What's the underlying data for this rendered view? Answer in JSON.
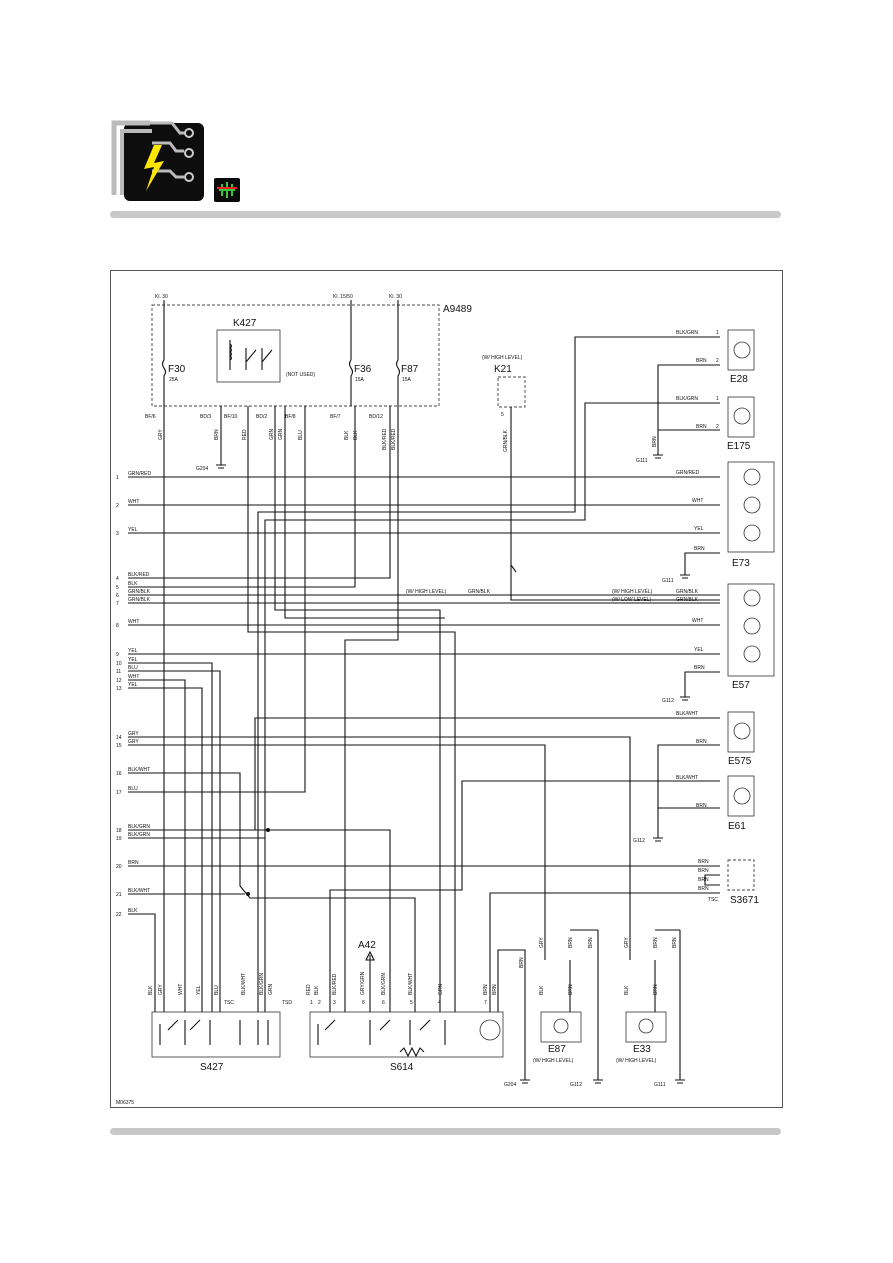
{
  "document_code": "M06375",
  "modules": {
    "a9489": "A9489",
    "k427": "K427",
    "k21": "K21",
    "k21_note": "(W/ HIGH LEVEL)",
    "not_used": "(NOT USED)",
    "a42": "A42",
    "s427": "S427",
    "s614": "S614",
    "s3671": "S3671",
    "tsc": "TSC",
    "tsd": "TSD"
  },
  "power": {
    "kl30_left": "Kl. 30",
    "kl1550": "Kl. 15/50",
    "kl30_right": "Kl. 30"
  },
  "fuses": [
    {
      "name": "F30",
      "rating": "25A"
    },
    {
      "name": "F36",
      "rating": "15A"
    },
    {
      "name": "F87",
      "rating": "15A"
    }
  ],
  "a9489_pins": [
    "BF/6",
    "BD/3",
    "BF/10",
    "BD/2",
    "BF/8",
    "BF/7",
    "BD/12"
  ],
  "a9489_wires": [
    "GRY",
    "BRN",
    "RED",
    "GRN",
    "GRN",
    "BLU",
    "BLK",
    "BLK",
    "BLK/RED",
    "BLK/RED",
    "GRN/BLK"
  ],
  "grounds": {
    "g204": "G204",
    "g111": "G111",
    "g112": "G112"
  },
  "left_pins": [
    {
      "n": "1",
      "color": "GRN/RED"
    },
    {
      "n": "2",
      "color": "WHT"
    },
    {
      "n": "3",
      "color": "YEL"
    },
    {
      "n": "4",
      "color": "BLK/RED"
    },
    {
      "n": "5",
      "color": "BLK"
    },
    {
      "n": "6",
      "color": "GRN/BLK"
    },
    {
      "n": "7",
      "color": "GRN/BLK"
    },
    {
      "n": "8",
      "color": "WHT"
    },
    {
      "n": "9",
      "color": "YEL"
    },
    {
      "n": "10",
      "color": "YEL"
    },
    {
      "n": "11",
      "color": "BLU"
    },
    {
      "n": "12",
      "color": "WHT"
    },
    {
      "n": "13",
      "color": "YEL"
    },
    {
      "n": "14",
      "color": "GRY"
    },
    {
      "n": "15",
      "color": "GRY"
    },
    {
      "n": "16",
      "color": "BLK/WHT"
    },
    {
      "n": "17",
      "color": "BLU"
    },
    {
      "n": "18",
      "color": "BLK/GRN"
    },
    {
      "n": "19",
      "color": "BLK/GRN"
    },
    {
      "n": "20",
      "color": "BRN"
    },
    {
      "n": "21",
      "color": "BLK/WHT"
    },
    {
      "n": "22",
      "color": "BLK"
    }
  ],
  "high_level_notes": {
    "n1": "(W/ HIGH LEVEL)",
    "n2": "(W/ HIGH LEVEL)",
    "n3": "(W/ LOW LEVEL)",
    "grnblk": "GRN/BLK"
  },
  "lamps": {
    "e28": {
      "name": "E28",
      "wires": [
        "BLK/GRN",
        "BRN"
      ]
    },
    "e175": {
      "name": "E175",
      "wires": [
        "BLK/GRN",
        "BRN"
      ]
    },
    "e73": {
      "name": "E73",
      "wires": [
        "GRN/RED",
        "WHT",
        "YEL",
        "BRN"
      ]
    },
    "e57": {
      "name": "E57",
      "wires": [
        "GRN/BLK",
        "GRN/BLK",
        "WHT",
        "YEL",
        "BRN"
      ]
    },
    "e575": {
      "name": "E575",
      "wires": [
        "BLK/WHT",
        "BRN"
      ]
    },
    "e61": {
      "name": "E61",
      "wires": [
        "BLK/WHT",
        "BRN"
      ]
    },
    "s3671": {
      "wires": [
        "BRN",
        "BRN",
        "BRN",
        "BRN"
      ]
    },
    "e87": {
      "name": "E87",
      "note": "(W/ HIGH LEVEL)",
      "wires": [
        "GRY",
        "BRN",
        "BRN",
        "BLK"
      ]
    },
    "e33": {
      "name": "E33",
      "note": "(W/ HIGH LEVEL)",
      "wires": [
        "GRY",
        "BRN",
        "BRN",
        "BLK"
      ]
    }
  },
  "s427_wires": [
    "BLK",
    "GRY",
    "WHT",
    "YEL",
    "BLU",
    "BLK/WHT",
    "BLK/GRN",
    "GRN"
  ],
  "s614_wires": [
    "RED",
    "BLK",
    "BLK/RED",
    "GRY/GRN",
    "BLK/GRN",
    "BLK/WHT",
    "GRN",
    "BRN",
    "BRN"
  ],
  "s614_pins": [
    "1",
    "2",
    "3",
    "8",
    "6",
    "5",
    "4",
    "7"
  ],
  "pin_numbers": {
    "p1": "1",
    "p2": "2",
    "p3": "3",
    "p4": "4",
    "p5": "5",
    "p7": "7"
  }
}
